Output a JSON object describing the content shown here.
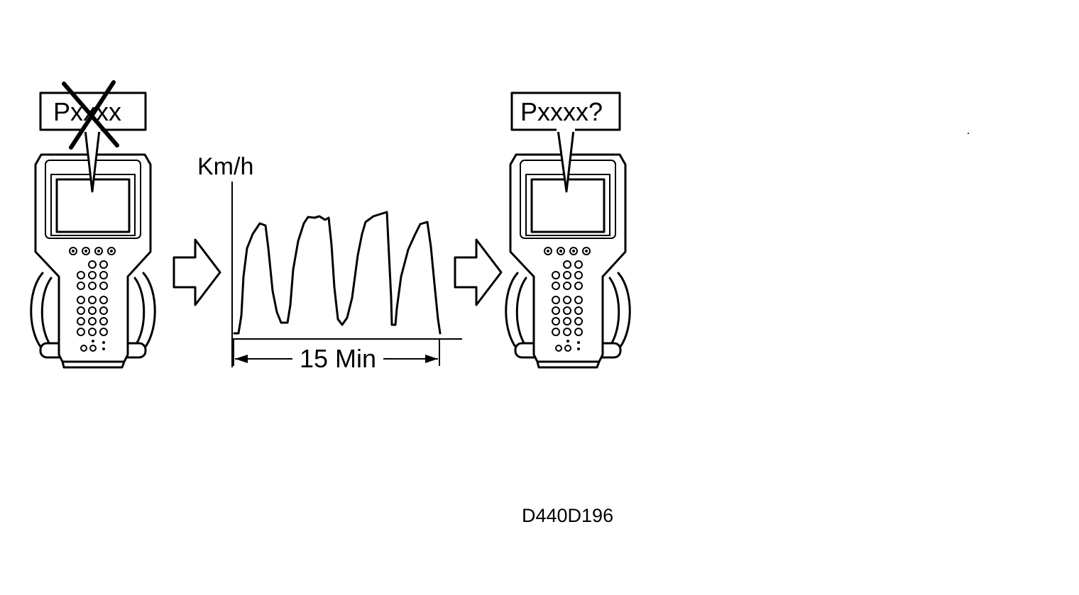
{
  "left_device": {
    "bubble_text": "Pxxxx"
  },
  "right_device": {
    "bubble_text": "Pxxxx?"
  },
  "speed_chart": {
    "y_axis_label": "Km/h",
    "duration_label": "15 Min"
  },
  "figure_code": "D440D196"
}
